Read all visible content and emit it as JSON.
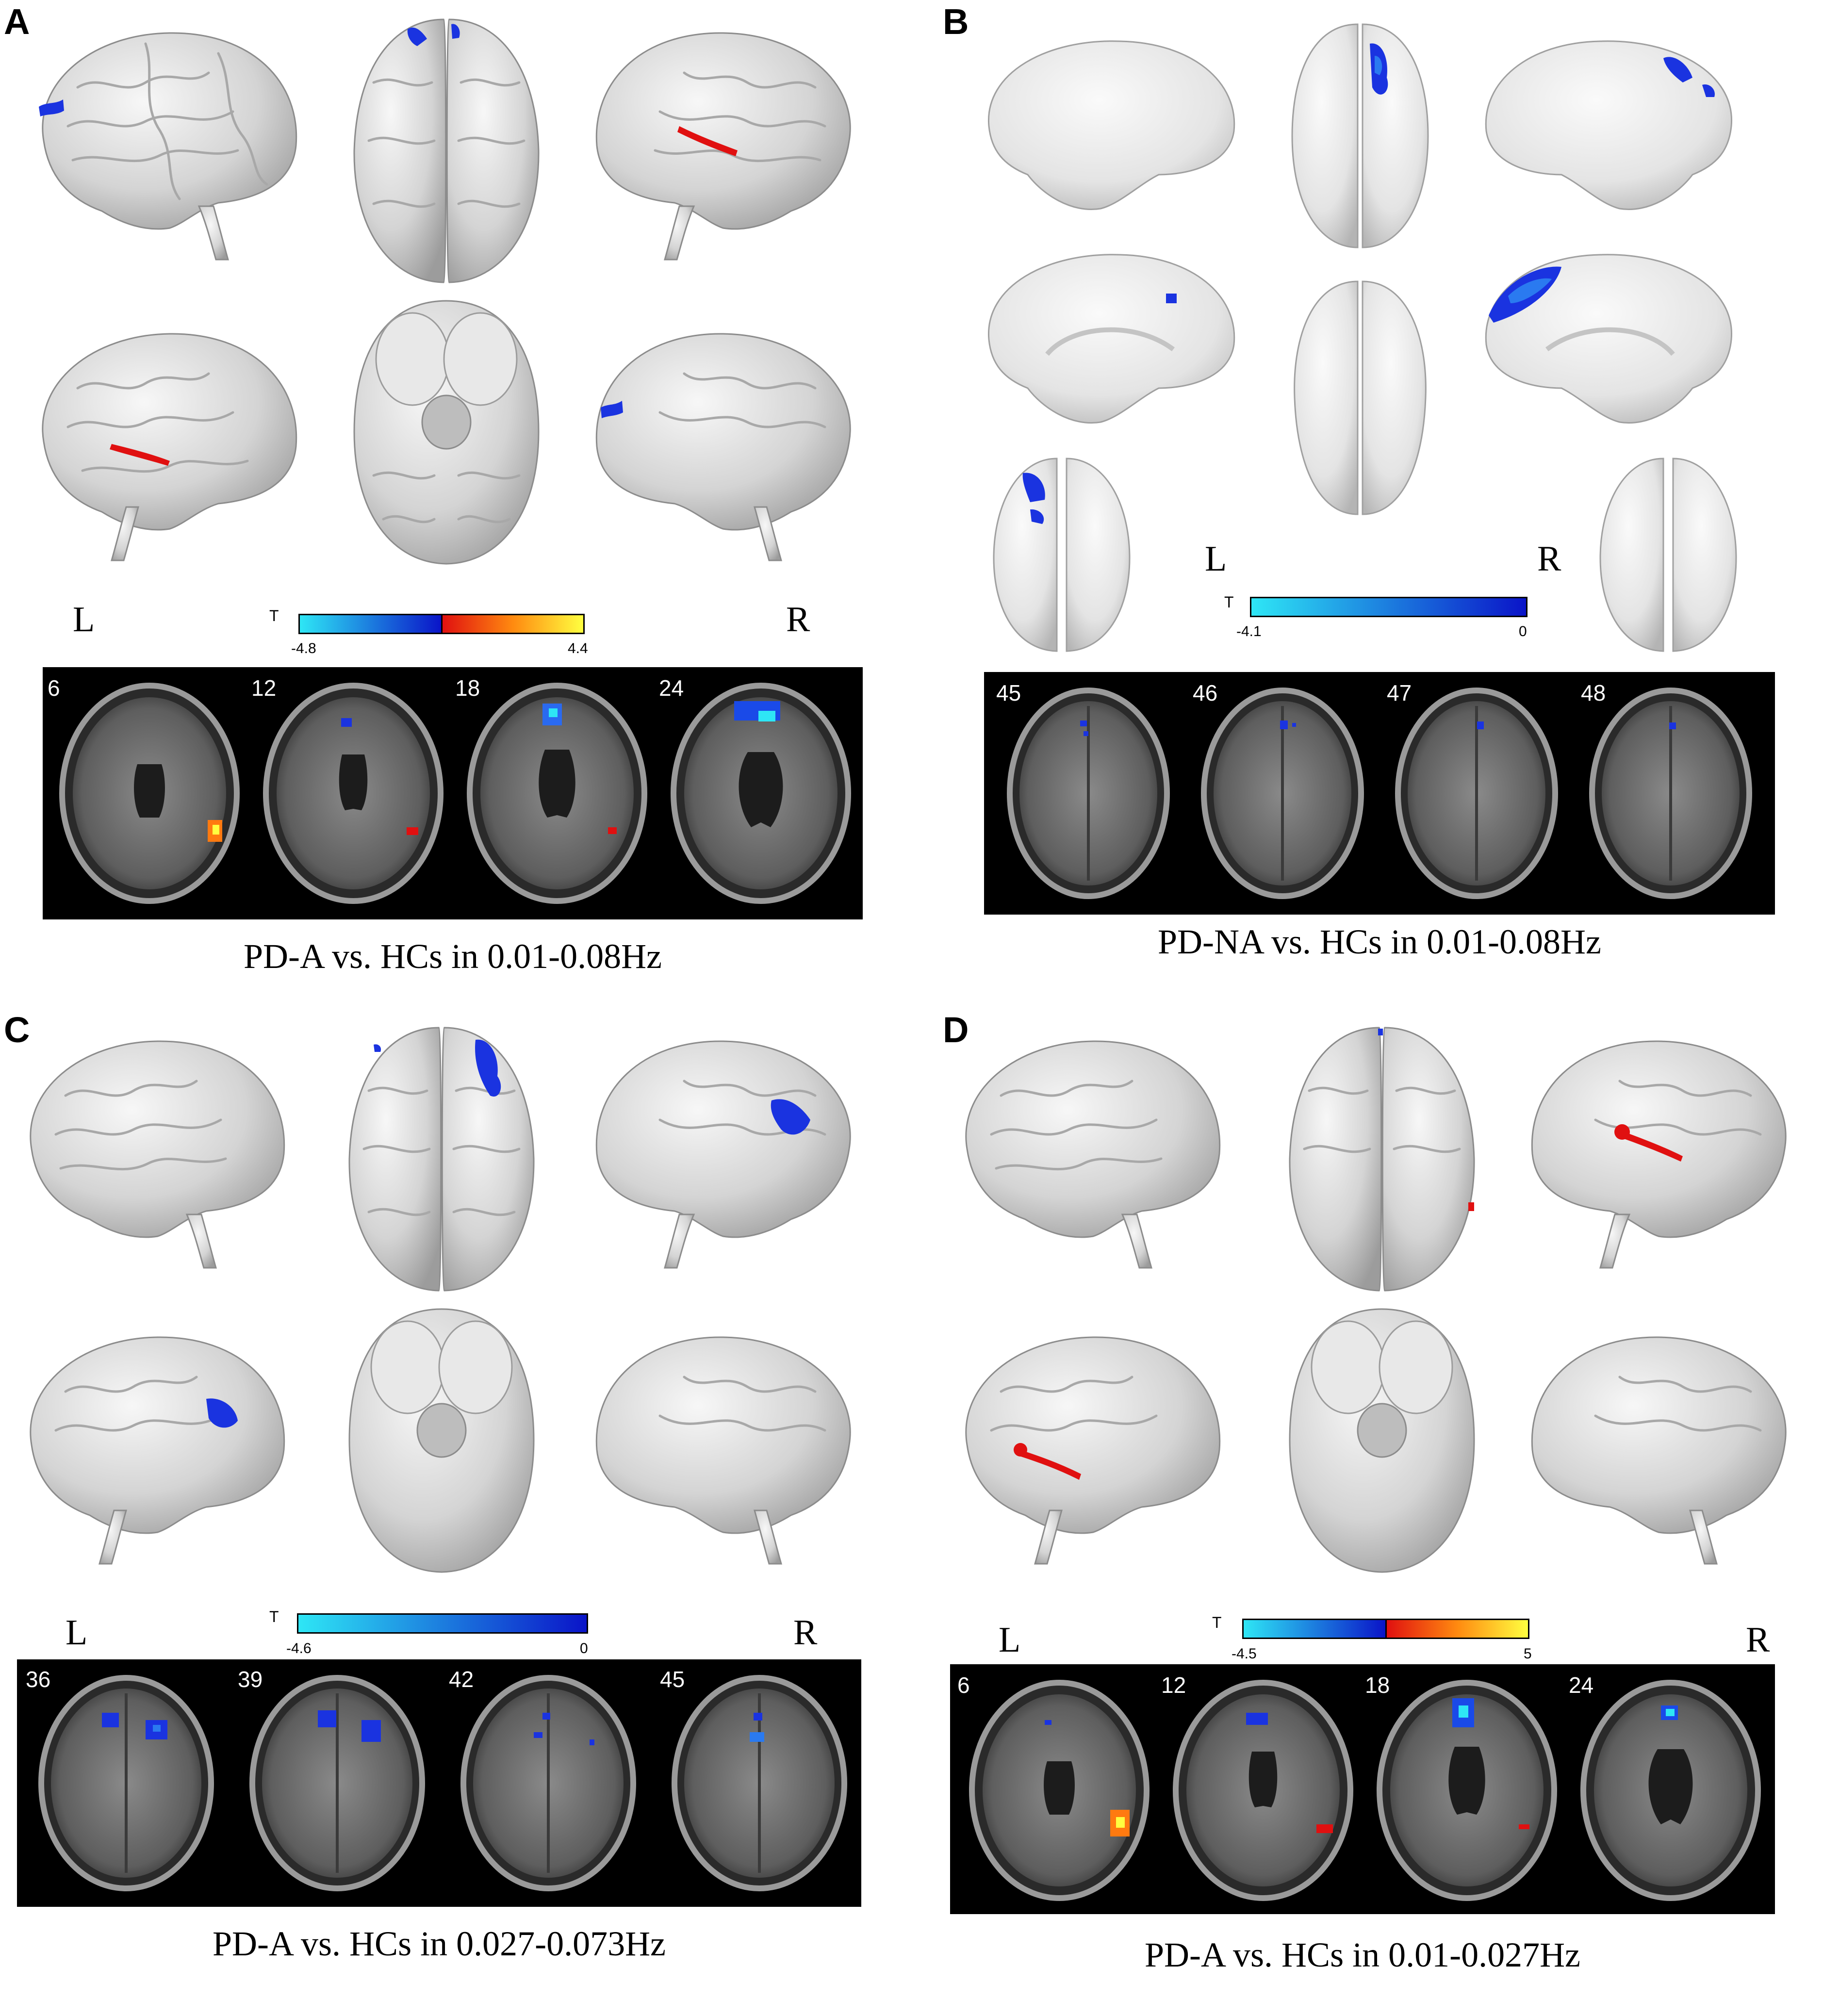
{
  "panels": [
    {
      "letter": "A",
      "style": "folded",
      "left_label": "L",
      "right_label": "R",
      "colorbar": {
        "t_label": "T",
        "min": "-4.8",
        "max": "4.4",
        "type": "bipolar"
      },
      "slices": [
        "6",
        "12",
        "18",
        "24"
      ],
      "caption": "PD-A vs. HCs in 0.01-0.08Hz"
    },
    {
      "letter": "B",
      "style": "inflated",
      "left_label": "L",
      "right_label": "R",
      "colorbar": {
        "t_label": "T",
        "min": "-4.1",
        "max": "0",
        "type": "negative"
      },
      "slices": [
        "45",
        "46",
        "47",
        "48"
      ],
      "caption": "PD-NA vs. HCs in 0.01-0.08Hz"
    },
    {
      "letter": "C",
      "style": "folded",
      "left_label": "L",
      "right_label": "R",
      "colorbar": {
        "t_label": "T",
        "min": "-4.6",
        "max": "0",
        "type": "negative"
      },
      "slices": [
        "36",
        "39",
        "42",
        "45"
      ],
      "caption": "PD-A vs. HCs in 0.027-0.073Hz"
    },
    {
      "letter": "D",
      "style": "folded",
      "left_label": "L",
      "right_label": "R",
      "colorbar": {
        "t_label": "T",
        "min": "-4.5",
        "max": "5",
        "type": "bipolar"
      },
      "slices": [
        "6",
        "12",
        "18",
        "24"
      ],
      "caption": "PD-A vs. HCs in 0.01-0.027Hz"
    }
  ],
  "colors": {
    "negative_light": "#2ee6f5",
    "negative_dark": "#0a14c8",
    "positive_dark": "#e01010",
    "positive_light": "#ffff40",
    "brain_surface": "#d9d9d9",
    "slice_background": "#000000"
  }
}
